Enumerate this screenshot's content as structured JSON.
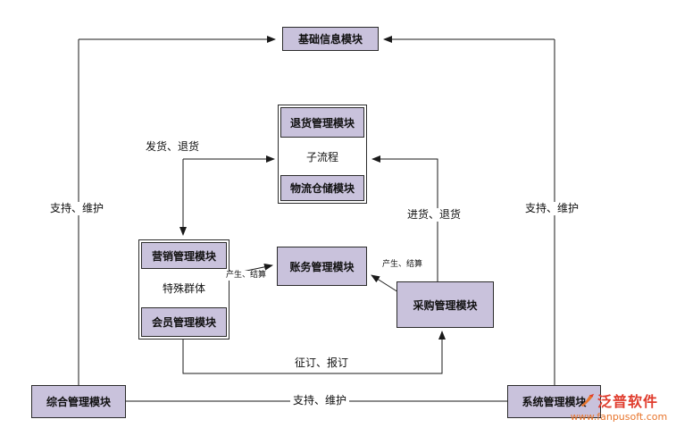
{
  "nodes": {
    "basic_info": {
      "label": "基础信息模块"
    },
    "returns": {
      "label": "退货管理模块"
    },
    "subprocess": {
      "label": "子流程"
    },
    "logistics": {
      "label": "物流仓储模块"
    },
    "marketing": {
      "label": "营销管理模块"
    },
    "special_group": {
      "label": "特殊群体"
    },
    "member": {
      "label": "会员管理模块"
    },
    "accounting": {
      "label": "账务管理模块"
    },
    "purchase": {
      "label": "采购管理模块"
    },
    "comprehensive": {
      "label": "综合管理模块"
    },
    "system": {
      "label": "系统管理模块"
    }
  },
  "edge_labels": {
    "ship_return": "发货、退货",
    "support_left": "支持、维护",
    "support_right": "支持、维护",
    "support_bottom": "支持、维护",
    "stock_return": "进货、退货",
    "produce_settle_left": "产生、结算",
    "produce_settle_right": "产生、结算",
    "subscribe": "征订、报订"
  },
  "watermark": {
    "brand": "泛普软件",
    "url": "www.fanpusoft.com"
  },
  "colors": {
    "node_fill": "#c9c2dc",
    "line": "#1a1a1a",
    "watermark_brand": "#e03c2d",
    "watermark_url": "#e8742b"
  }
}
